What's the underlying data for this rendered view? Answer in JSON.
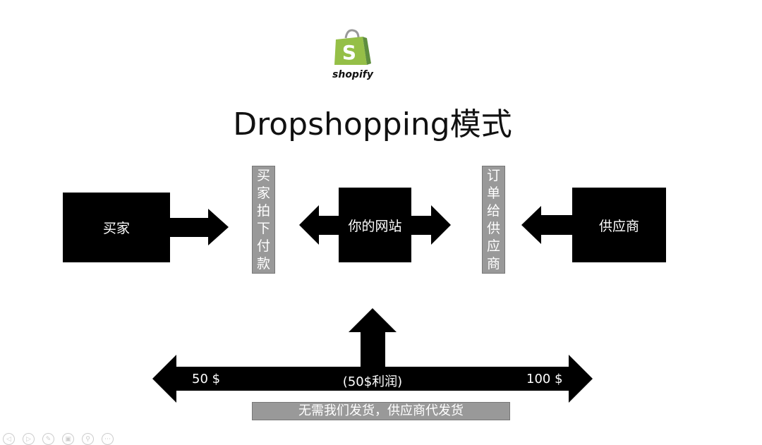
{
  "logo": {
    "text": "shopify",
    "bag_letter": "S",
    "color": "#95bf47"
  },
  "title": "Dropshopping模式",
  "nodes": {
    "buyer": "买家",
    "website": "你的网站",
    "supplier": "供应商"
  },
  "labels": {
    "buyer_pays": "买家拍下付款",
    "order_to_supplier": "订单给供应商"
  },
  "price_bar": {
    "left": "50 $",
    "middle": "(50$利润)",
    "right": "100 $"
  },
  "note": "无需我们发货，供应商代发货",
  "nav_icons": [
    "prev-icon",
    "next-icon",
    "pen-icon",
    "slides-icon",
    "zoom-icon",
    "more-icon"
  ]
}
